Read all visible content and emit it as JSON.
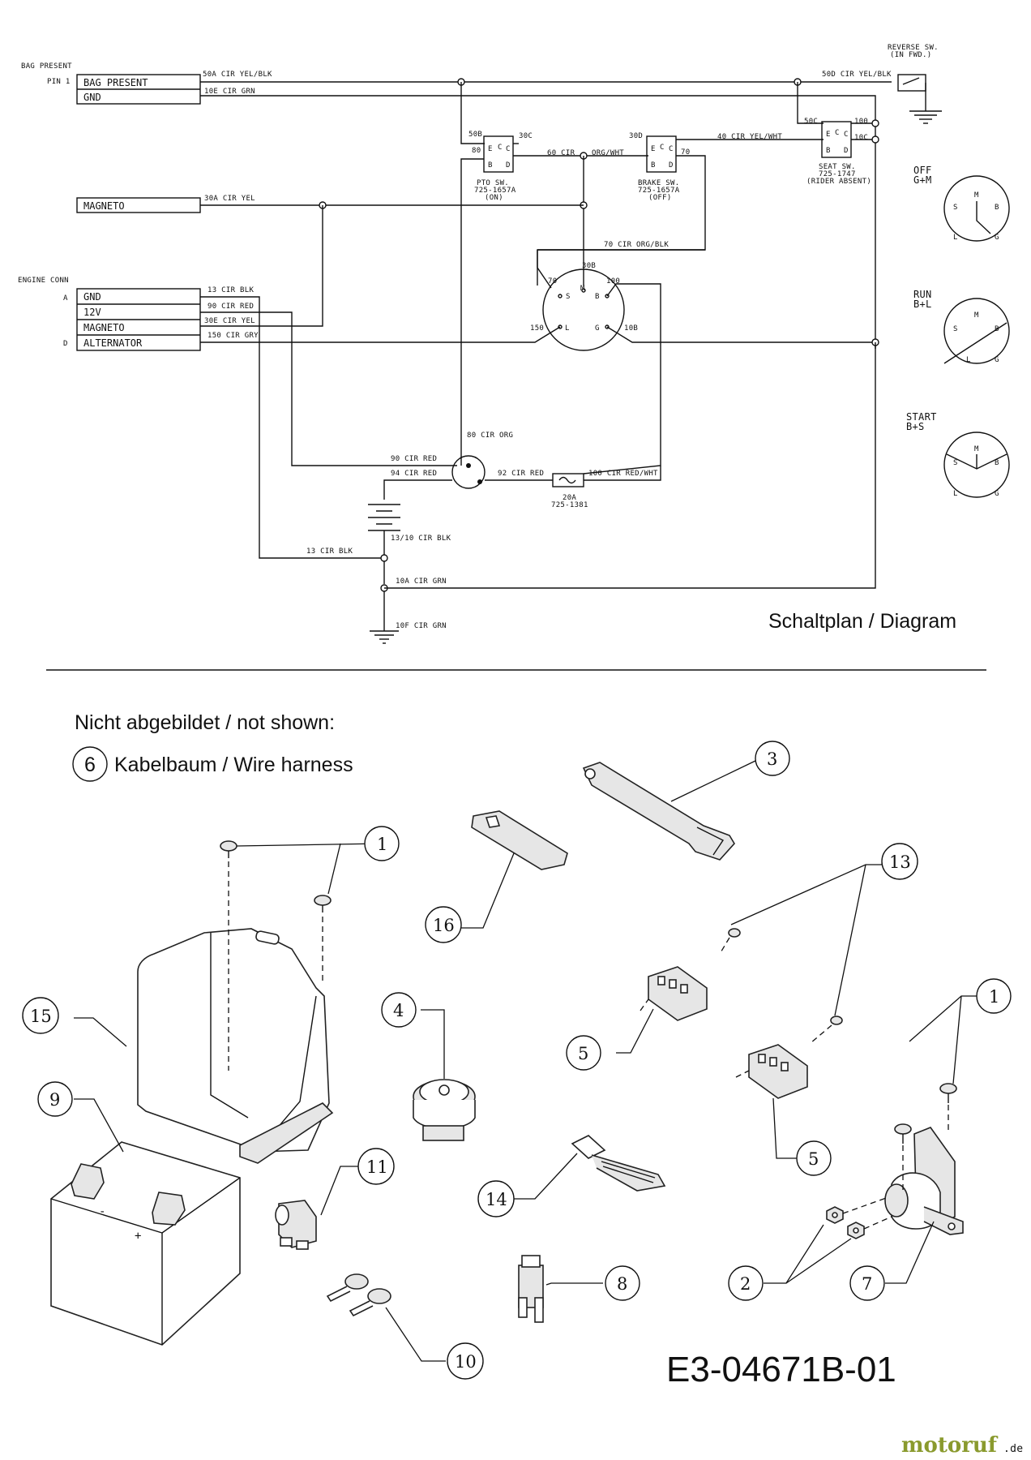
{
  "schematic": {
    "bag_present": {
      "header": "BAG PRESENT",
      "pin": "PIN 1",
      "rows": [
        "BAG PRESENT",
        "GND"
      ]
    },
    "magneto_box": "MAGNETO",
    "engine_conn": {
      "header": "ENGINE CONN",
      "pins": [
        "A",
        "D"
      ],
      "rows": [
        "GND",
        "12V",
        "MAGNETO",
        "ALTERNATOR"
      ]
    },
    "wires": {
      "w50a": "50A CIR YEL/BLK",
      "w10e": "10E CIR GRN",
      "w50d": "50D CIR YEL/BLK",
      "w40": "40 CIR YEL/WHT",
      "w60": "60 CIR",
      "w60c": "ORG/WHT",
      "w30a": "30A CIR YEL",
      "w70": "70 CIR ORG/BLK",
      "w13a": "13 CIR BLK",
      "w90a": "90 CIR RED",
      "w30e": "30E CIR YEL",
      "w150": "150 CIR GRY",
      "w80": "80 CIR ORG",
      "w90b": "90 CIR RED",
      "w94": "94 CIR RED",
      "w92": "92 CIR RED",
      "w100": "100 CIR RED/WHT",
      "w1310": "13/10 CIR BLK",
      "w13b": "13 CIR BLK",
      "w10a": "10A CIR GRN",
      "w10f": "10F CIR GRN"
    },
    "switches": {
      "reverse": [
        "REVERSE SW.",
        "(IN FWD.)"
      ],
      "pto": [
        "PTO SW.",
        "725-1657A",
        "(ON)"
      ],
      "brake": [
        "BRAKE SW.",
        "725-1657A",
        "(OFF)"
      ],
      "seat": [
        "SEAT SW.",
        "725-1747",
        "(RIDER ABSENT)"
      ],
      "fuse": [
        "20A",
        "725-1381"
      ]
    },
    "terminals": {
      "pto": [
        "50B",
        "30C",
        "80",
        "E",
        "C",
        "C",
        "B",
        "D"
      ],
      "brake": [
        "30D",
        "70",
        "E",
        "C",
        "C",
        "B",
        "D"
      ],
      "seat": [
        "50C",
        "100",
        "10C",
        "E",
        "C",
        "C",
        "B",
        "D"
      ],
      "ign": [
        "30B",
        "M",
        "70",
        "100",
        "S",
        "B",
        "150",
        "L",
        "G",
        "10B"
      ]
    },
    "modes": [
      {
        "title": "OFF",
        "combo": "G+M"
      },
      {
        "title": "RUN",
        "combo": "B+L"
      },
      {
        "title": "START",
        "combo": "B+S"
      }
    ],
    "dial_labels": [
      "M",
      "S",
      "B",
      "L",
      "G"
    ],
    "caption": "Schaltplan / Diagram"
  },
  "notes": {
    "not_shown": "Nicht abgebildet / not shown:",
    "item_num": "6",
    "item_label": "Kabelbaum / Wire harness"
  },
  "callouts": [
    "1",
    "1",
    "2",
    "3",
    "4",
    "5",
    "5",
    "7",
    "8",
    "9",
    "10",
    "11",
    "13",
    "14",
    "15",
    "16"
  ],
  "drawing_code": "E3-04671B-01",
  "logo": {
    "main": "motoruf",
    "suffix": ".de"
  }
}
